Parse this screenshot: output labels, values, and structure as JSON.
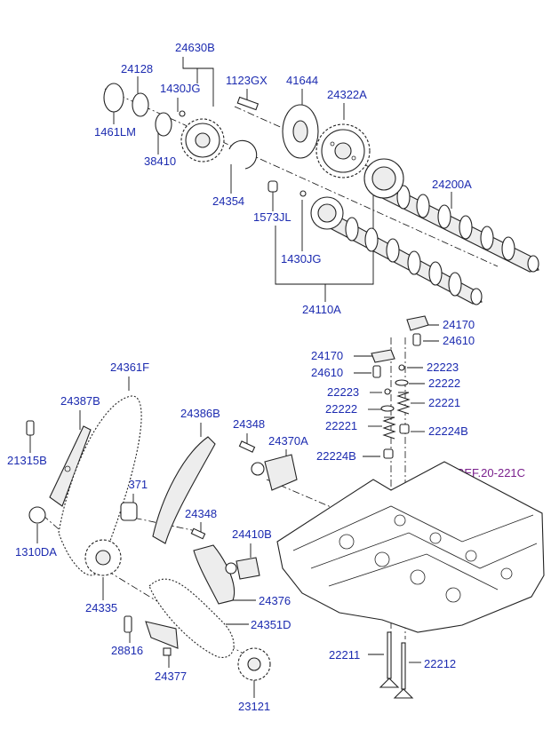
{
  "labels": [
    {
      "id": "p24630B",
      "text": "24630B"
    },
    {
      "id": "p24128",
      "text": "24128"
    },
    {
      "id": "p1430JG_a",
      "text": "1430JG"
    },
    {
      "id": "p1461LM",
      "text": "1461LM"
    },
    {
      "id": "p38410",
      "text": "38410"
    },
    {
      "id": "p1123GX",
      "text": "1123GX"
    },
    {
      "id": "p41644",
      "text": "41644"
    },
    {
      "id": "p24322A",
      "text": "24322A"
    },
    {
      "id": "p24354",
      "text": "24354"
    },
    {
      "id": "p1573JL",
      "text": "1573JL"
    },
    {
      "id": "p24200A",
      "text": "24200A"
    },
    {
      "id": "p1430JG_b",
      "text": "1430JG"
    },
    {
      "id": "p24110A",
      "text": "24110A"
    },
    {
      "id": "p24170_a",
      "text": "24170"
    },
    {
      "id": "p24610_a",
      "text": "24610"
    },
    {
      "id": "p24170_b",
      "text": "24170"
    },
    {
      "id": "p24610_b",
      "text": "24610"
    },
    {
      "id": "p22223_a",
      "text": "22223"
    },
    {
      "id": "p22223_b",
      "text": "22223"
    },
    {
      "id": "p22222_a",
      "text": "22222"
    },
    {
      "id": "p22222_b",
      "text": "22222"
    },
    {
      "id": "p22221_a",
      "text": "22221"
    },
    {
      "id": "p22221_b",
      "text": "22221"
    },
    {
      "id": "p22224B_a",
      "text": "22224B"
    },
    {
      "id": "p22224B_b",
      "text": "22224B"
    },
    {
      "id": "p24361F",
      "text": "24361F"
    },
    {
      "id": "p24387B",
      "text": "24387B"
    },
    {
      "id": "p24386B",
      "text": "24386B"
    },
    {
      "id": "p24348_a",
      "text": "24348"
    },
    {
      "id": "p24370A",
      "text": "24370A"
    },
    {
      "id": "p21315B",
      "text": "21315B"
    },
    {
      "id": "p24371",
      "text": "24371"
    },
    {
      "id": "p24348_b",
      "text": "24348"
    },
    {
      "id": "p24410B",
      "text": "24410B"
    },
    {
      "id": "p1310DA",
      "text": "1310DA"
    },
    {
      "id": "p24335",
      "text": "24335"
    },
    {
      "id": "p24376",
      "text": "24376"
    },
    {
      "id": "p24351D",
      "text": "24351D"
    },
    {
      "id": "p28816",
      "text": "28816"
    },
    {
      "id": "p24377",
      "text": "24377"
    },
    {
      "id": "p23121",
      "text": "23121"
    },
    {
      "id": "p22211",
      "text": "22211"
    },
    {
      "id": "p22212",
      "text": "22212"
    }
  ],
  "reference": {
    "text": "REF.20-221C",
    "color": "#7a1f8c"
  },
  "colors": {
    "label": "#1c2bb0",
    "line": "#111111"
  }
}
